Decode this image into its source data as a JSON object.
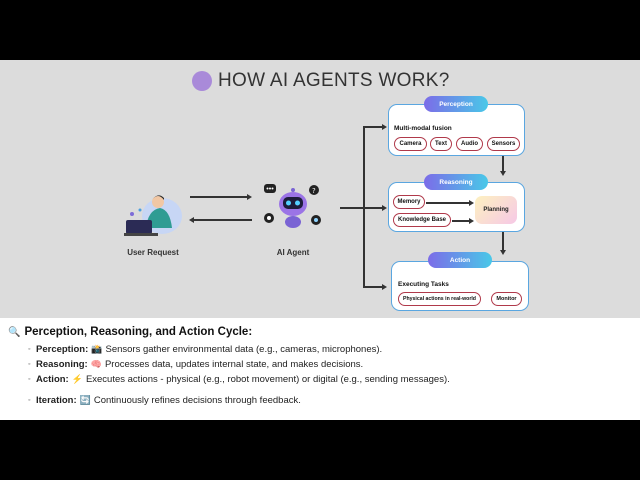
{
  "title": "HOW AI AGENTS WORK?",
  "left_panel": {
    "user_caption": "User Request",
    "agent_caption": "AI Agent"
  },
  "perception": {
    "header": "Perception",
    "label": "Multi-modal fusion",
    "chips": [
      "Camera",
      "Text",
      "Audio",
      "Sensors"
    ]
  },
  "reasoning": {
    "header": "Reasoning",
    "chips": [
      "Memory",
      "Knowledge Base"
    ],
    "planning": "Planning"
  },
  "action": {
    "header": "Action",
    "label": "Executing Tasks",
    "chips": [
      "Physical actions in real-world",
      "Monitor"
    ]
  },
  "notes": {
    "heading_icon": "🔍",
    "heading": "Perception, Reasoning, and Action Cycle:",
    "items": [
      {
        "label": "Perception:",
        "emoji": "📸",
        "text": "Sensors gather environmental data (e.g., cameras, microphones)."
      },
      {
        "label": "Reasoning:",
        "emoji": "🧠",
        "text": "Processes data, updates internal state, and makes decisions."
      },
      {
        "label": "Action:",
        "emoji": "⚡",
        "text": "Executes actions - physical (e.g., robot movement) or digital (e.g., sending messages)."
      },
      {
        "label": "Iteration:",
        "emoji": "🔄",
        "text": "Continuously refines decisions through feedback."
      }
    ]
  },
  "colors": {
    "accent_purple": "#a98ad9",
    "box_border": "#5aa6e0",
    "chip_border": "#b0394a",
    "header_gradient_start": "#7c6ce8",
    "header_gradient_end": "#49c8e8"
  }
}
